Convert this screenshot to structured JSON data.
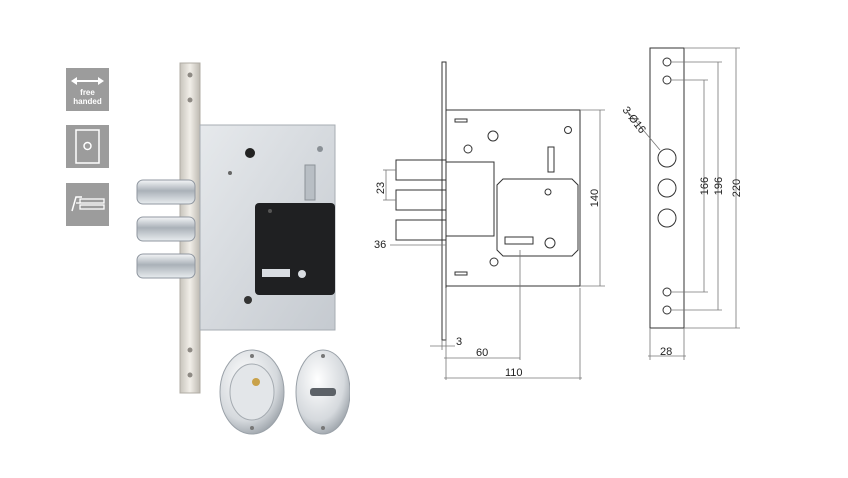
{
  "badges": {
    "free_handed": {
      "line1": "free",
      "line2": "handed",
      "icon": "double-arrow-icon"
    },
    "escutcheon": {
      "icon": "escutcheon-icon"
    },
    "deadbolt": {
      "icon": "bolt-icon"
    }
  },
  "dimensions": {
    "d23": "23",
    "d36": "36",
    "d3": "3",
    "d60": "60",
    "d110": "110",
    "d140": "140",
    "d28": "28",
    "d166": "166",
    "d196": "196",
    "d220": "220",
    "d_holes": "3-Ø16"
  },
  "colors": {
    "badge_bg": "#9c9c9c",
    "steel": "#d9dde2",
    "drawing_line": "#333333",
    "dim_line": "#777777"
  }
}
